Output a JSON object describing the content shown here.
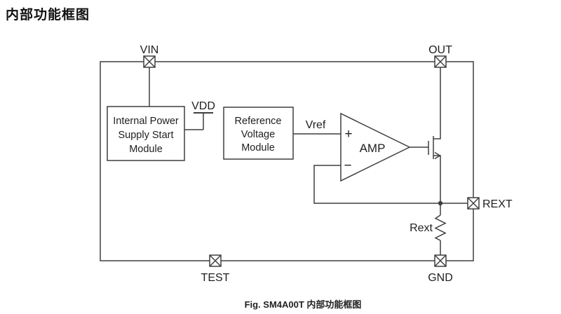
{
  "header": {
    "title": "内部功能框图"
  },
  "caption": "Fig. SM4A00T 内部功能框图",
  "diagram": {
    "pins": {
      "vin": "VIN",
      "out": "OUT",
      "rext": "REXT",
      "test": "TEST",
      "gnd": "GND"
    },
    "blocks": {
      "power": {
        "line1": "Internal Power",
        "line2": "Supply Start",
        "line3": "Module"
      },
      "reference": {
        "line1": "Reference",
        "line2": "Voltage",
        "line3": "Module"
      }
    },
    "nets": {
      "vdd": "VDD",
      "vref": "Vref"
    },
    "amp": {
      "label": "AMP",
      "plus": "+",
      "minus": "−"
    },
    "resistor": {
      "label": "Rext"
    },
    "colors": {
      "line": "#3f3f3f",
      "text": "#1f1f1f",
      "background": "#ffffff"
    }
  }
}
